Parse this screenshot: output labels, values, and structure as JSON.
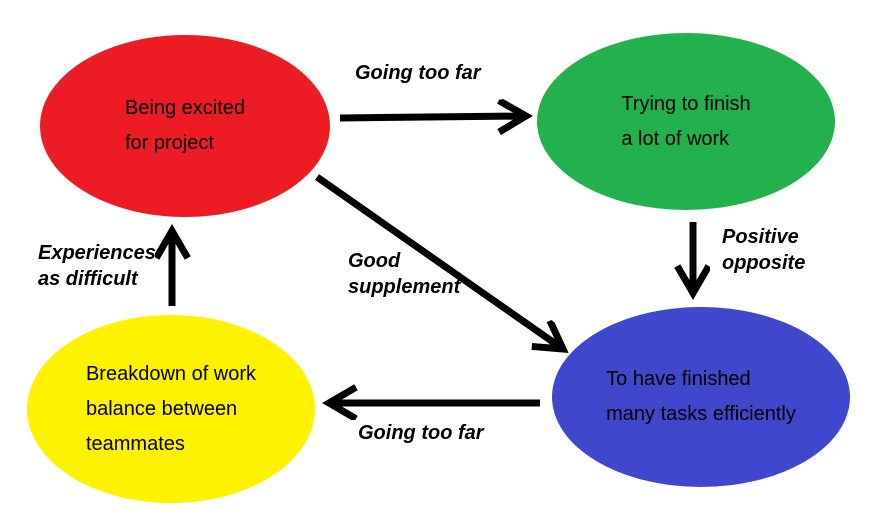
{
  "diagram": {
    "background_color": "#ffffff",
    "arrow_color": "#000000",
    "nodes": [
      {
        "id": "being-excited",
        "label": "Being excited\nfor project",
        "color": "#ed1c24"
      },
      {
        "id": "trying-finish",
        "label": "Trying to finish\na lot of work",
        "color": "#22b14c"
      },
      {
        "id": "finished-tasks",
        "label": "To have finished\nmany tasks efficiently",
        "color": "#3f48cc"
      },
      {
        "id": "breakdown",
        "label": "Breakdown of work\nbalance between\nteammates",
        "color": "#fff200"
      }
    ],
    "edges": [
      {
        "from": "being-excited",
        "to": "trying-finish",
        "label": "Going too far"
      },
      {
        "from": "trying-finish",
        "to": "finished-tasks",
        "label": "Positive\nopposite"
      },
      {
        "from": "being-excited",
        "to": "finished-tasks",
        "label": "Good\nsupplement"
      },
      {
        "from": "finished-tasks",
        "to": "breakdown",
        "label": "Going too far"
      },
      {
        "from": "breakdown",
        "to": "being-excited",
        "label": "Experiences\nas difficult"
      }
    ]
  }
}
